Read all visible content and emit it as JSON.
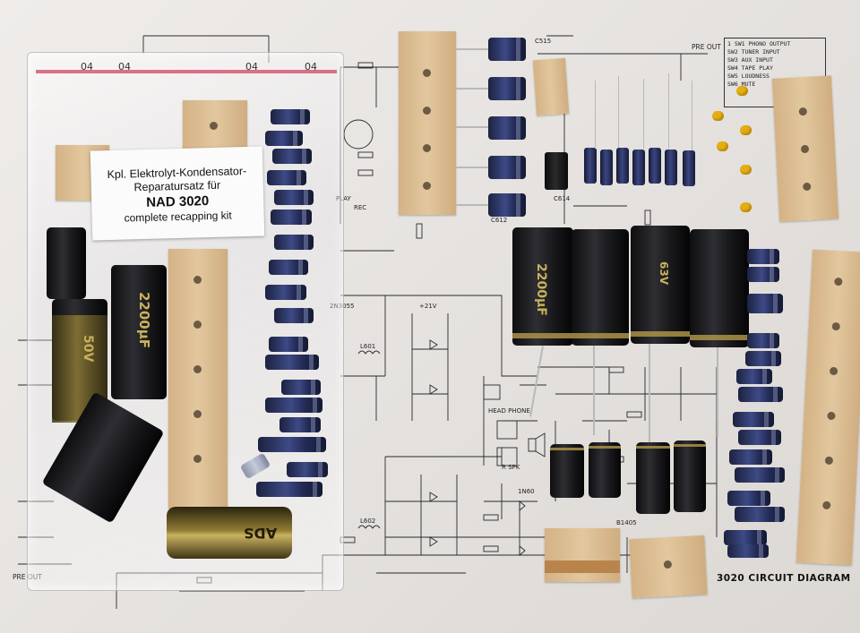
{
  "kit_label": {
    "line1": "Kpl. Elektrolyt-Kondensator-",
    "line2": "Reparatursatz für",
    "model": "NAD 3020",
    "line4": "complete recapping kit"
  },
  "diagram": {
    "title": "3020 CIRCUIT DIAGRAM",
    "pre_out_labels": [
      "PRE OUT",
      "PRE OUT"
    ],
    "switch_legend": [
      "1  SW1  PHONO OUTPUT",
      "   SW2  TUNER INPUT",
      "   SW3  AUX INPUT",
      "   SW4  TAPE PLAY",
      "   SW5  LOUDNESS",
      "   SW6  MUTE"
    ],
    "labels": [
      "PLAY",
      "REC",
      "HEAD PHONE",
      "R SPK",
      "2N3055",
      "L601",
      "L602",
      "+21V",
      "1N60",
      "B1405",
      "C515",
      "C614",
      "C612"
    ]
  },
  "capacitor_markings": {
    "big_can_1": "2200μF",
    "big_can_2": "63V",
    "left_can_1": "2200μF",
    "left_can_2": "50V",
    "bottom_can": "ADS"
  },
  "bag": {
    "recycle_marks": [
      "04",
      "04",
      "04",
      "04"
    ]
  }
}
